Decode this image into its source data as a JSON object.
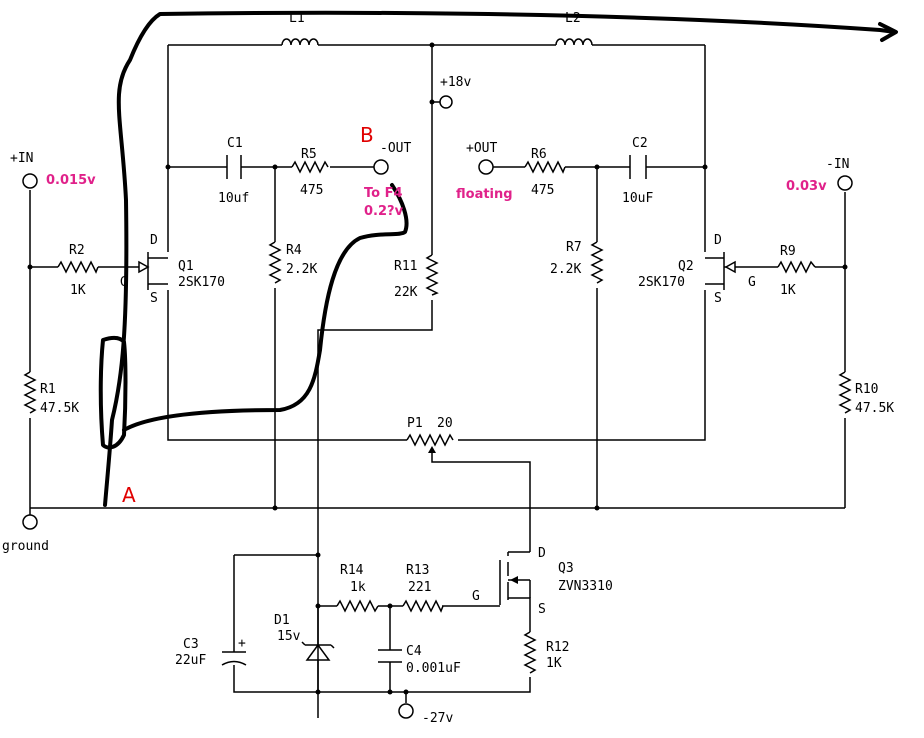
{
  "colors": {
    "wire": "#000000",
    "annotation": "#e0218a",
    "marker": "#e00000",
    "background": "#ffffff"
  },
  "components": {
    "L1": "L1",
    "L2": "L2",
    "C1": "C1",
    "C1_val": "10uf",
    "R5": "R5",
    "R5_val": "475",
    "C2": "C2",
    "C2_val": "10uF",
    "R6": "R6",
    "R6_val": "475",
    "R2": "R2",
    "R2_val": "1K",
    "R1": "R1",
    "R1_val": "47.5K",
    "R4": "R4",
    "R4_val": "2.2K",
    "R11": "R11",
    "R11_val": "22K",
    "R7": "R7",
    "R7_val": "2.2K",
    "R9": "R9",
    "R9_val": "1K",
    "R10": "R10",
    "R10_val": "47.5K",
    "Q1": "Q1",
    "Q1_val": "2SK170",
    "Q2": "Q2",
    "Q2_val": "2SK170",
    "P1": "P1",
    "P1_val": "20",
    "Q3": "Q3",
    "Q3_val": "ZVN3310",
    "R14": "R14",
    "R14_val": "1k",
    "R13": "R13",
    "R13_val": "221",
    "D1": "D1",
    "D1_val": "15v",
    "C3": "C3",
    "C3_val": "22uF",
    "C4": "C4",
    "C4_val": "0.001uF",
    "R12": "R12",
    "R12_val": "1K"
  },
  "pins": {
    "D": "D",
    "S": "S",
    "G": "G"
  },
  "nodes": {
    "plus_in": "+IN",
    "minus_in": "-IN",
    "ground": "ground",
    "plus18": "+18v",
    "minus27": "-27v",
    "minus_out": "-OUT",
    "plus_out": "+OUT"
  },
  "annotations": {
    "plus_in_v": "0.015v",
    "minus_in_v": "0.03v",
    "floating": "floating",
    "to_f4": "To F4",
    "to_f4_v": "0.2?v",
    "marker_a": "A",
    "marker_b": "B"
  }
}
